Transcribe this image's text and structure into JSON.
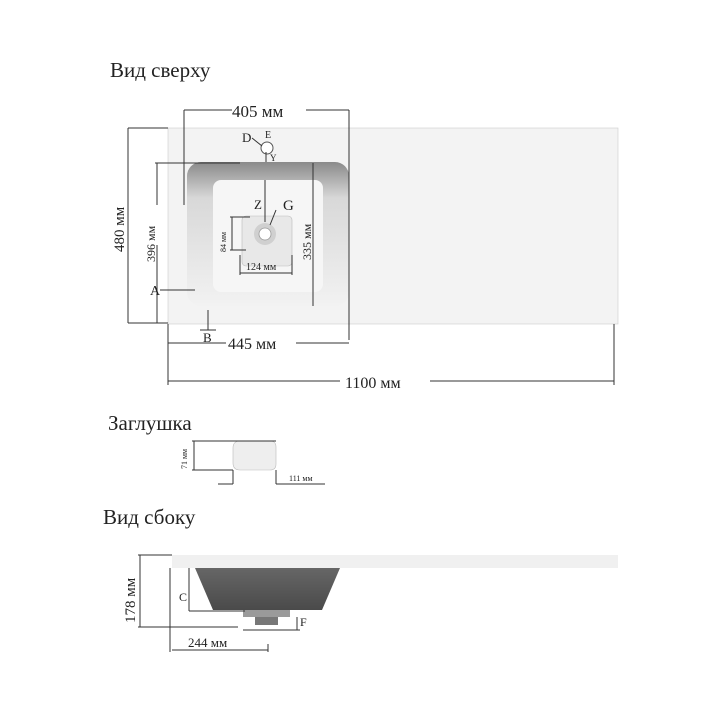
{
  "sections": {
    "top_view": "Вид сверху",
    "plug": "Заглушка",
    "side_view": "Вид сбоку"
  },
  "top_view": {
    "dim_basin_width": "405 мм",
    "dim_total_depth": "480 мм",
    "dim_basin_depth": "396 мм",
    "dim_inner_depth": "335 мм",
    "dim_drain_height": "84 мм",
    "dim_drain_width": "124 мм",
    "dim_basin_offset": "445 мм",
    "dim_total_length": "1100 мм",
    "labels": {
      "d": "D",
      "e": "E",
      "y": "Y",
      "z": "Z",
      "g": "G",
      "a": "A",
      "b": "B"
    }
  },
  "plug": {
    "dim_height": "71 мм",
    "dim_width": "111 мм"
  },
  "side_view": {
    "dim_height": "178 мм",
    "dim_offset": "244 мм",
    "labels": {
      "c": "C",
      "f": "F"
    }
  }
}
